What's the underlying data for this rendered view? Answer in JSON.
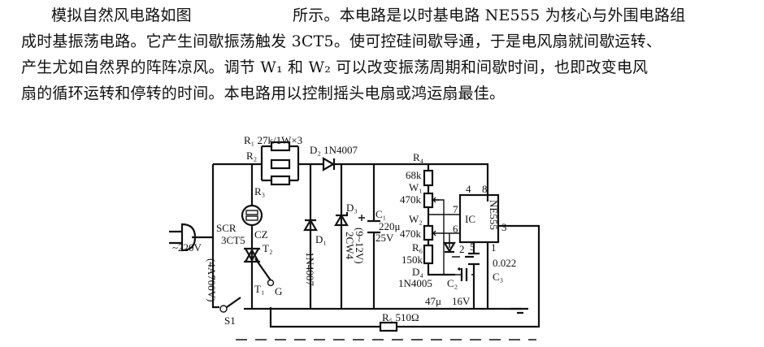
{
  "text": {
    "line1a": "模拟自然风电路如图",
    "line1b": "所示。本电路是以时基电路 NE555 为核心与外围电路组",
    "line2": "成时基振荡电路。它产生间歇振荡触发 3CT5。使可控硅间歇导通，于是电风扇就间歇运转、",
    "line3": "产生尤如自然界的阵阵凉风。调节 W₁ 和 W₂ 可以改变振荡周期和间歇时间，也即改变电风",
    "line4": "扇的循环运转和停转的时间。本电路用以控制摇头电扇或鸿运扇最佳。"
  },
  "diagram": {
    "r1": "R₁ 27k/1W×3",
    "r2": "R₂",
    "r3": "R₃",
    "d2": "D₂ 1N4007",
    "scr": "SCR",
    "scr_type": "3CT5",
    "cz": "CZ",
    "t2": "T₂",
    "t1": "T₁",
    "g": "G",
    "mains": "~220V",
    "switch_rating": "(4A700V)",
    "s1": "S1",
    "d1": "D₁",
    "d1_type": "1N4007",
    "d3": "D₃",
    "d3_type": "2CW4",
    "d3_range": "(9~12V)",
    "c1": "C₁",
    "c1_val": "220μ",
    "c1_v": "25V",
    "r4": "R₄",
    "r4_val": "68k",
    "w1": "W₁",
    "w1_val": "470k",
    "w2": "W₂",
    "w2_val": "470k",
    "r6": "R₆",
    "r6_val": "150k",
    "d4": "D₄",
    "d4_type": "1N4005",
    "c2": "C₂",
    "c2_val": "47μ",
    "c2_v": "16V",
    "ic": "IC",
    "ic_type": "NE555",
    "pin4": "4",
    "pin8": "8",
    "pin7": "7",
    "pin6": "6",
    "pin2": "2",
    "pin5": "5",
    "pin3": "3",
    "pin1": "1",
    "c3_val": "0.022",
    "c3": "C₃",
    "r5": "R₅ 510Ω"
  }
}
